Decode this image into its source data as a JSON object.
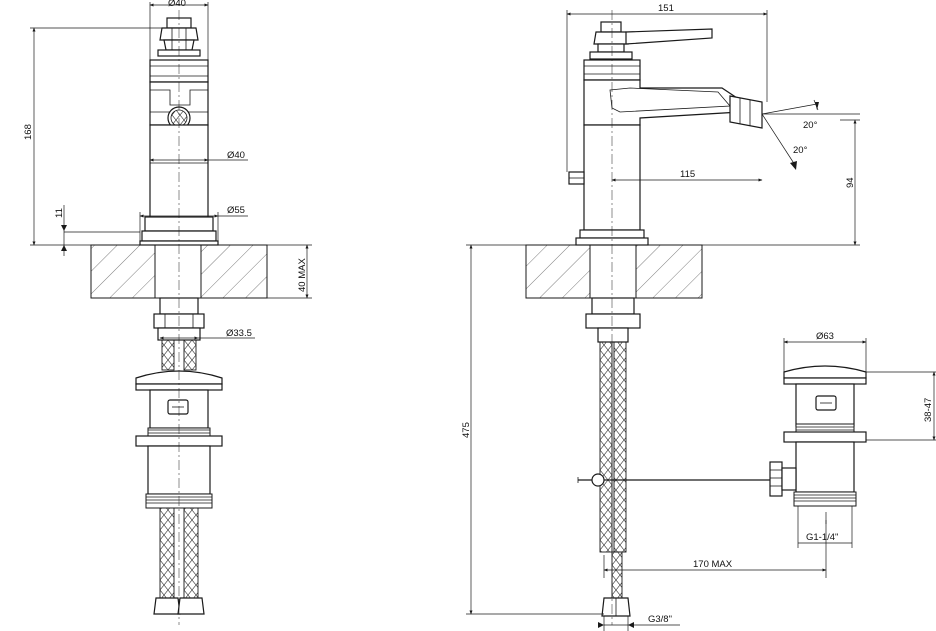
{
  "dimensions": {
    "front_top_dia": "Ø40",
    "front_height": "168",
    "front_body_dia": "Ø40",
    "front_base_dia": "Ø55",
    "front_base_height": "11",
    "deck_max": "40 MAX",
    "shank_dia": "Ø33.5",
    "side_width": "151",
    "spray_angle_up": "20°",
    "spray_angle_down": "20°",
    "spout_reach": "115",
    "spout_height": "94",
    "total_length": "475",
    "waste_dia": "Ø63",
    "waste_lift": "38-47",
    "waste_thread": "G1-1/4\"",
    "rod_length": "170 MAX",
    "hose_thread": "G3/8\""
  }
}
